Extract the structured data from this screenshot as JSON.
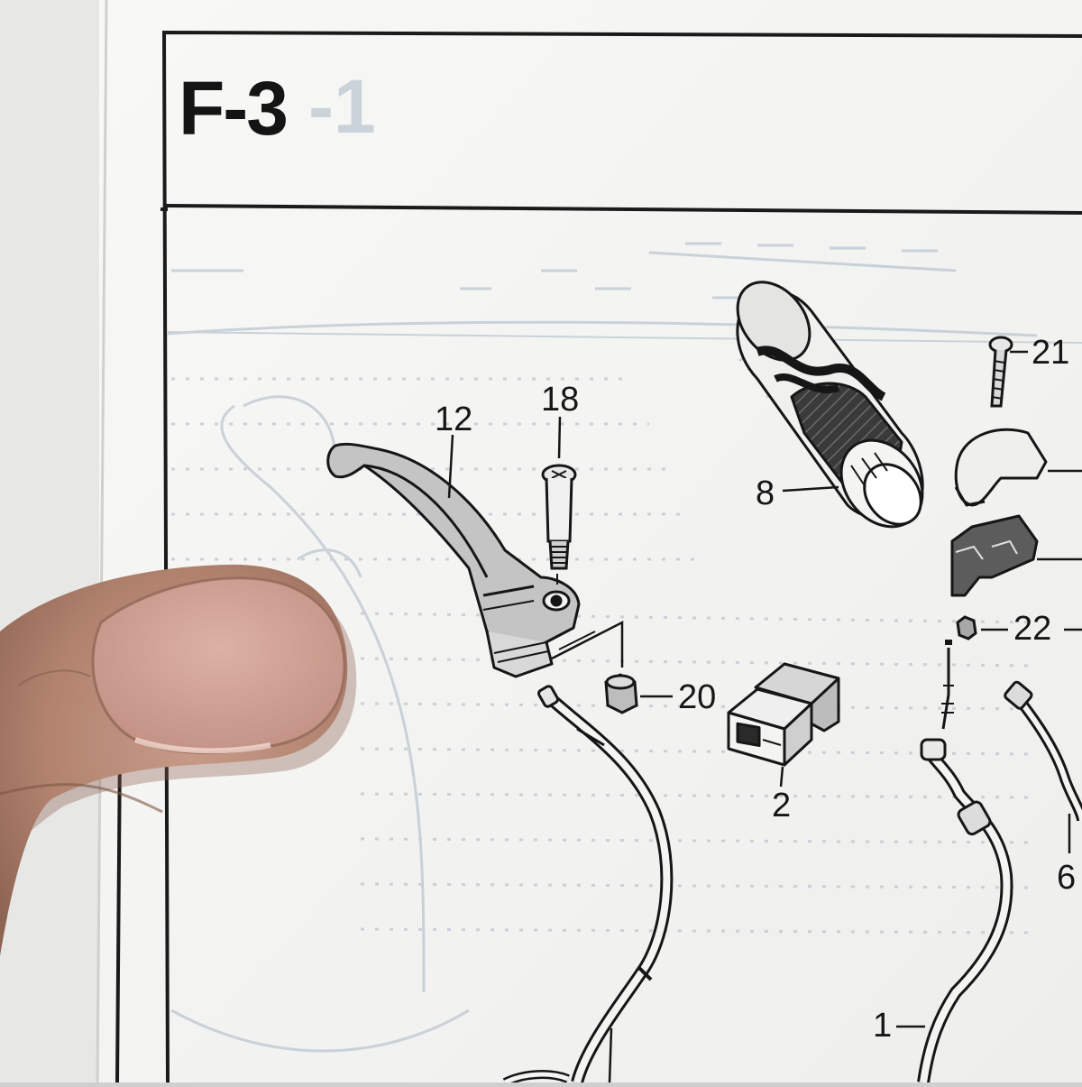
{
  "page": {
    "section_code": "F-3",
    "ghost_suffix": "-1"
  },
  "parts": [
    {
      "id": "callout-12",
      "label": "12",
      "part": "clutch lever"
    },
    {
      "id": "callout-18",
      "label": "18",
      "part": "pivot bolt"
    },
    {
      "id": "callout-20",
      "label": "20",
      "part": "lever nut"
    },
    {
      "id": "callout-8",
      "label": "8",
      "part": "handle grip"
    },
    {
      "id": "callout-21",
      "label": "21",
      "part": "screw"
    },
    {
      "id": "callout-22",
      "label": "22",
      "part": "nut"
    },
    {
      "id": "callout-2",
      "label": "2",
      "part": "switch"
    },
    {
      "id": "callout-6",
      "label": "6",
      "part": "cable"
    },
    {
      "id": "callout-1",
      "label": "1",
      "part": "cable"
    }
  ],
  "colors": {
    "paper": "#f6f6f4",
    "ink": "#161616",
    "bleed_through": "#b9c3ce",
    "skin": "#b98b78"
  }
}
